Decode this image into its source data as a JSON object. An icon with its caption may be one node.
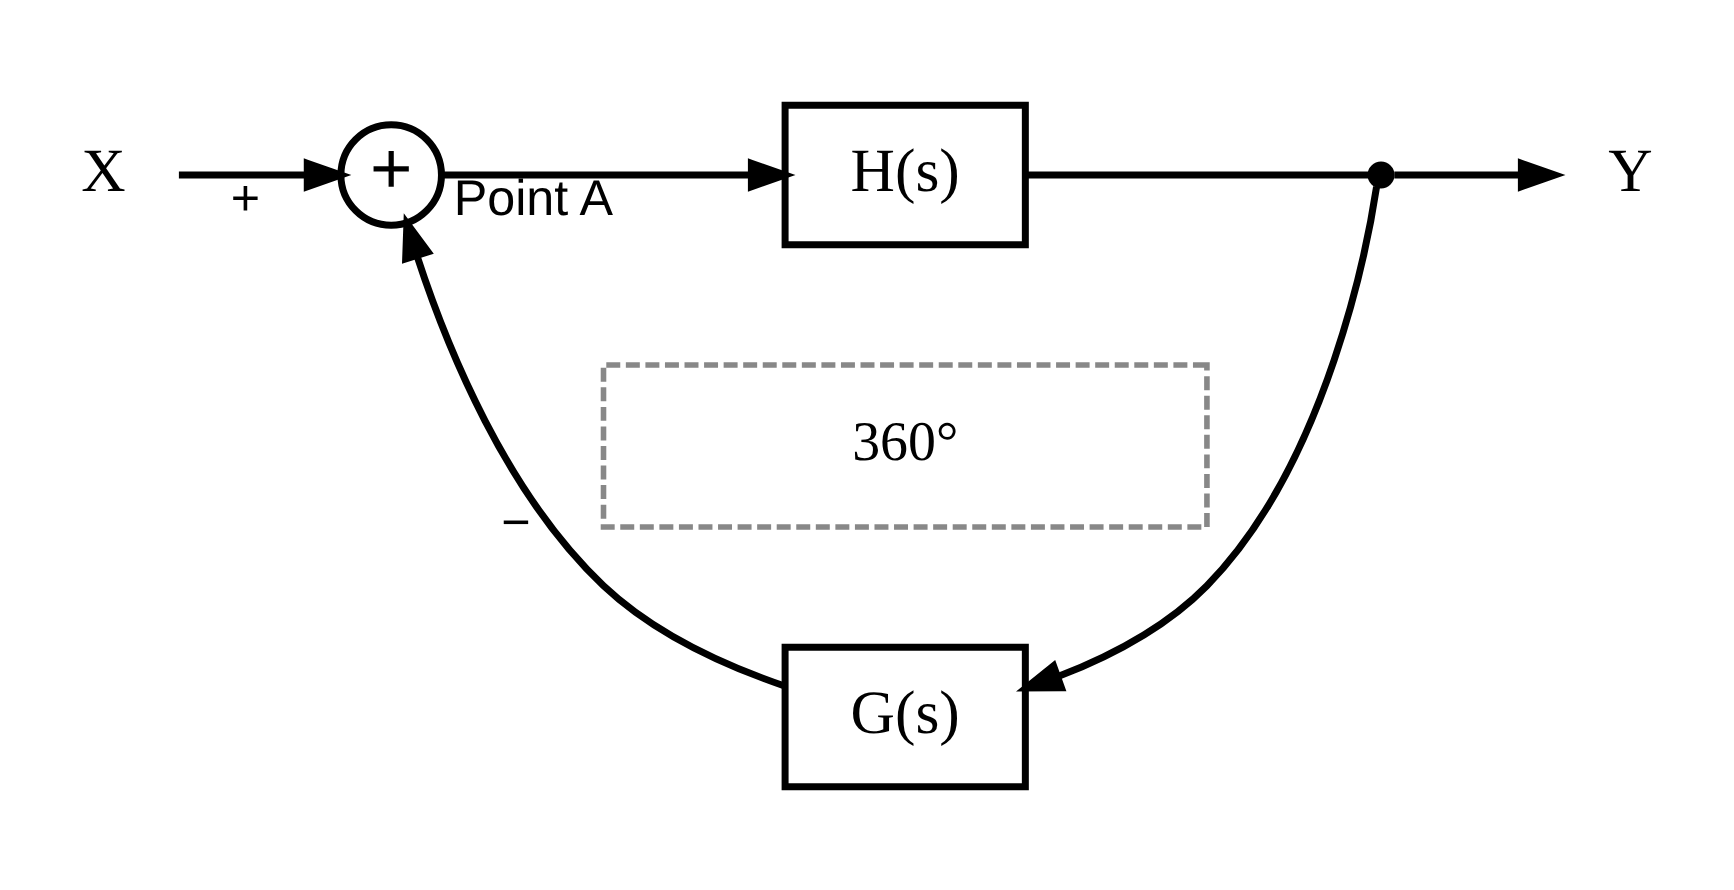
{
  "diagram": {
    "nodes": [
      {
        "text": [
          "X"
        ]
      },
      {
        "text": [
          "+"
        ]
      },
      {
        "text": [
          "H(s)"
        ]
      },
      {
        "text": [],
        "shape": "circle"
      },
      {
        "text": [
          "Y"
        ]
      },
      {
        "text": [
          "G(s)"
        ]
      },
      {
        "text": [
          "360°"
        ]
      }
    ],
    "edges": [
      {
        "from": 0,
        "to": 1,
        "arrow": "to",
        "label": "+"
      },
      {
        "from": 1,
        "to": 2,
        "arrow": "to",
        "label": "Point A"
      },
      {
        "from": 2,
        "to": 3,
        "arrow": "none"
      },
      {
        "from": 3,
        "to": 4,
        "arrow": "to"
      },
      {
        "from": 3,
        "to": 5,
        "arrow": "to"
      },
      {
        "from": 5,
        "to": 1,
        "arrow": "to",
        "label": "−"
      }
    ]
  }
}
